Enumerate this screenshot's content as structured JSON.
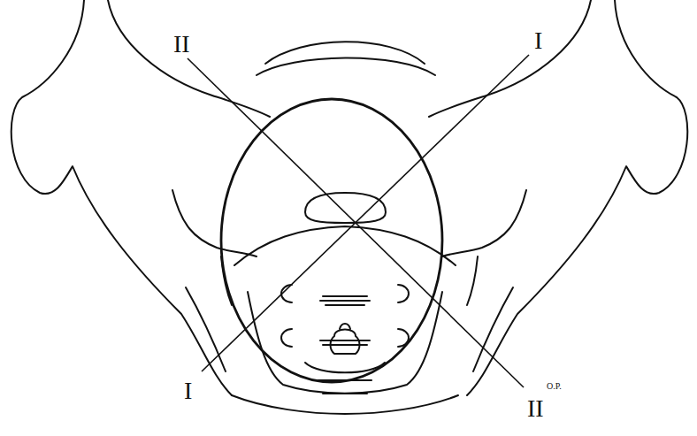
{
  "diagram": {
    "labels": [
      "II",
      "I",
      "I",
      "II",
      "O.P."
    ]
  }
}
